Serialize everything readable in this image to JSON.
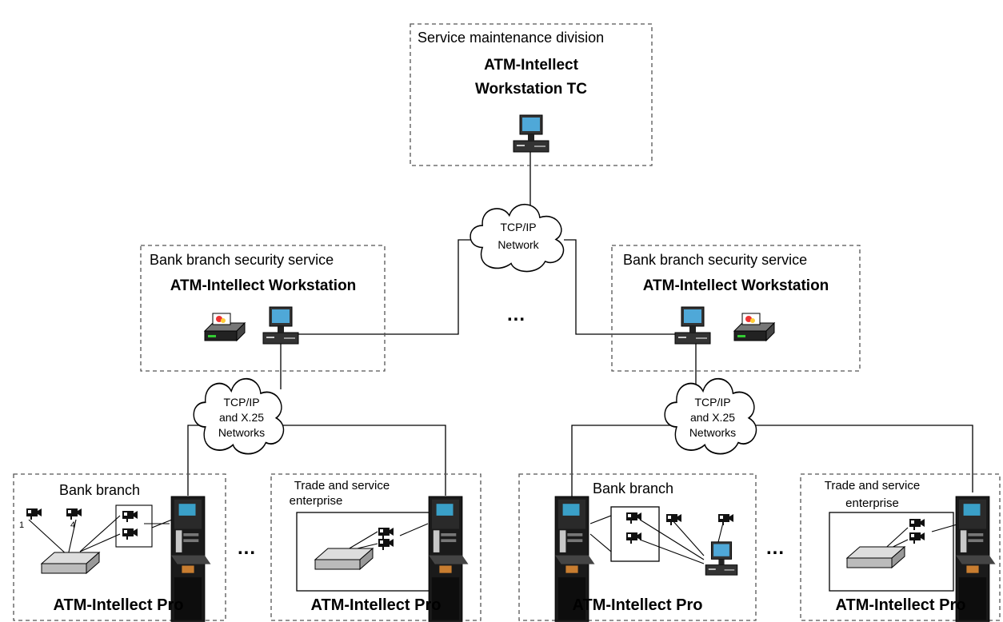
{
  "top": {
    "region_label": "Service maintenance division",
    "title_line1": "ATM-Intellect",
    "title_line2": "Workstation TC"
  },
  "network_top": {
    "line1": "TCP/IP",
    "line2": "Network"
  },
  "branch_left": {
    "region_label": "Bank branch security service",
    "title": "ATM-Intellect Workstation"
  },
  "branch_right": {
    "region_label": "Bank branch security service",
    "title": "ATM-Intellect Workstation"
  },
  "middle_ellipsis": "...",
  "network_left": {
    "line1": "TCP/IP",
    "line2": "and X.25",
    "line3": "Networks"
  },
  "network_right": {
    "line1": "TCP/IP",
    "line2": "and X.25",
    "line3": "Networks"
  },
  "sites": [
    {
      "region_label": "Bank branch",
      "product": "ATM-Intellect Pro",
      "cam_first": "1",
      "cam_last": "4"
    },
    {
      "region_label_line1": "Trade and service",
      "region_label_line2": "enterprise",
      "product": "ATM-Intellect Pro"
    },
    {
      "region_label": "Bank branch",
      "product": "ATM-Intellect Pro"
    },
    {
      "region_label_line1": "Trade and service",
      "region_label_line2": "enterprise",
      "product": "ATM-Intellect Pro"
    }
  ],
  "site_ellipsis_left": "...",
  "site_ellipsis_right": "...",
  "colors": {
    "line": "#000000",
    "dash": "#555555",
    "atm_body": "#1a1a1a",
    "screen": "#3aa0c8"
  }
}
